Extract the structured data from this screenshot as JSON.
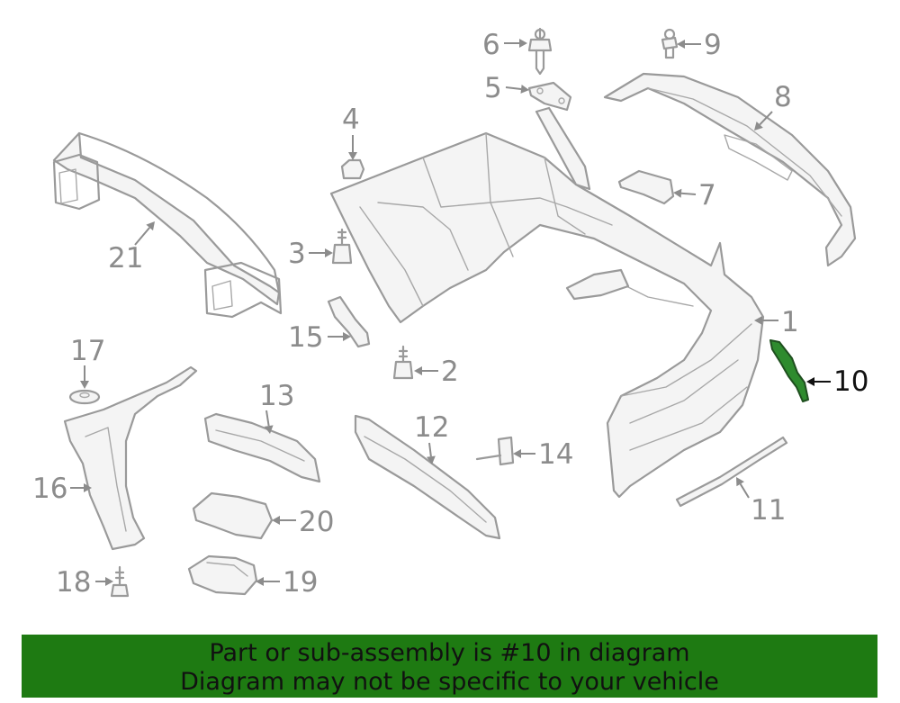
{
  "diagram": {
    "highlighted_part": "10",
    "callouts": [
      "1",
      "2",
      "3",
      "4",
      "5",
      "6",
      "7",
      "8",
      "9",
      "10",
      "11",
      "12",
      "13",
      "14",
      "15",
      "16",
      "17",
      "18",
      "19",
      "20",
      "21"
    ]
  },
  "banner": {
    "line1": "Part or sub-assembly is #10 in diagram",
    "line2": "Diagram may not be specific to your vehicle",
    "background_color": "#1e7a12",
    "highlight_color": "#2e8b2e"
  }
}
